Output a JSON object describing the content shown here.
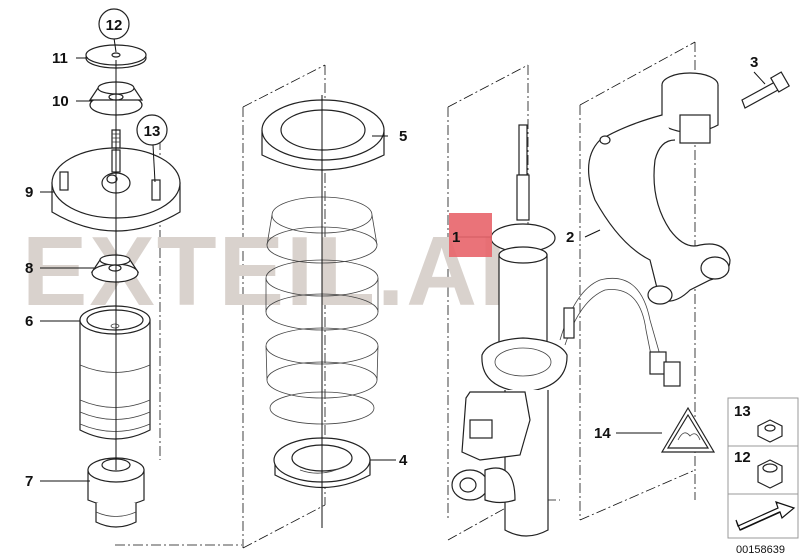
{
  "watermark": "EXTEIL.AE",
  "part_labels": {
    "p1": "1",
    "p2": "2",
    "p3": "3",
    "p4": "4",
    "p5": "5",
    "p6": "6",
    "p7": "7",
    "p8": "8",
    "p9": "9",
    "p10": "10",
    "p11": "11",
    "p12": "12",
    "p13": "13",
    "p14": "14"
  },
  "legend": {
    "item13": "13",
    "item12": "12"
  },
  "reference_number": "00158639",
  "colors": {
    "highlight": "#e8646a",
    "watermark": "#d9d2cd",
    "line": "#111111"
  }
}
